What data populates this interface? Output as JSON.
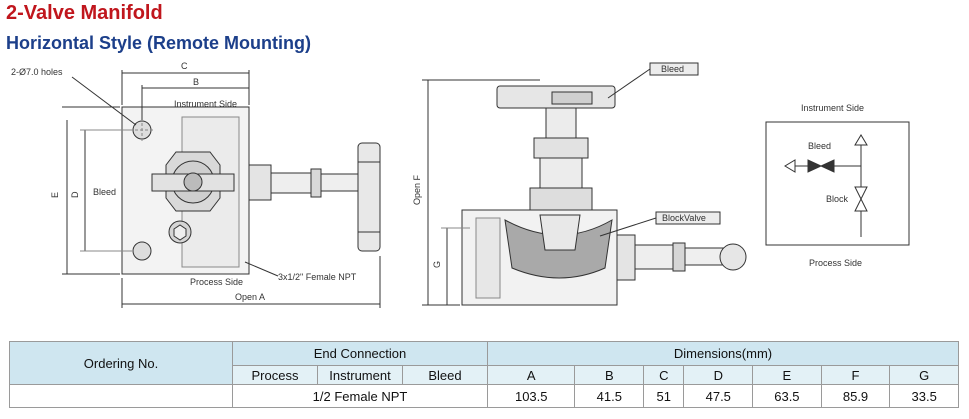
{
  "title": "2-Valve Manifold",
  "subtitle": "Horizontal Style (Remote Mounting)",
  "drawing": {
    "holes_label": "2-Ø7.0 holes",
    "dim_c": "C",
    "dim_b": "B",
    "instrument_side_front": "Instrument Side",
    "dim_e": "E",
    "dim_d": "D",
    "bleed_front": "Bleed",
    "process_side_front": "Process Side",
    "npt_label": "3x1/2\" Female NPT",
    "open_a": "Open A",
    "bleed_callout": "Bleed",
    "open_f": "Open F",
    "block_valve_callout": "BlockValve",
    "dim_g": "G",
    "schematic": {
      "instrument_side": "Instrument Side",
      "bleed": "Bleed",
      "block": "Block",
      "process_side": "Process Side"
    }
  },
  "table": {
    "ordering_header": "Ordering No.",
    "end_connection_header": "End Connection",
    "dimensions_header": "Dimensions(mm)",
    "sub_headers": [
      "Process",
      "Instrument",
      "Bleed"
    ],
    "dim_headers": [
      "A",
      "B",
      "C",
      "D",
      "E",
      "F",
      "G"
    ],
    "rows": [
      {
        "ordering": "",
        "connection": "1/2 Female NPT",
        "dims": [
          "103.5",
          "41.5",
          "51",
          "47.5",
          "63.5",
          "85.9",
          "33.5"
        ]
      }
    ]
  }
}
